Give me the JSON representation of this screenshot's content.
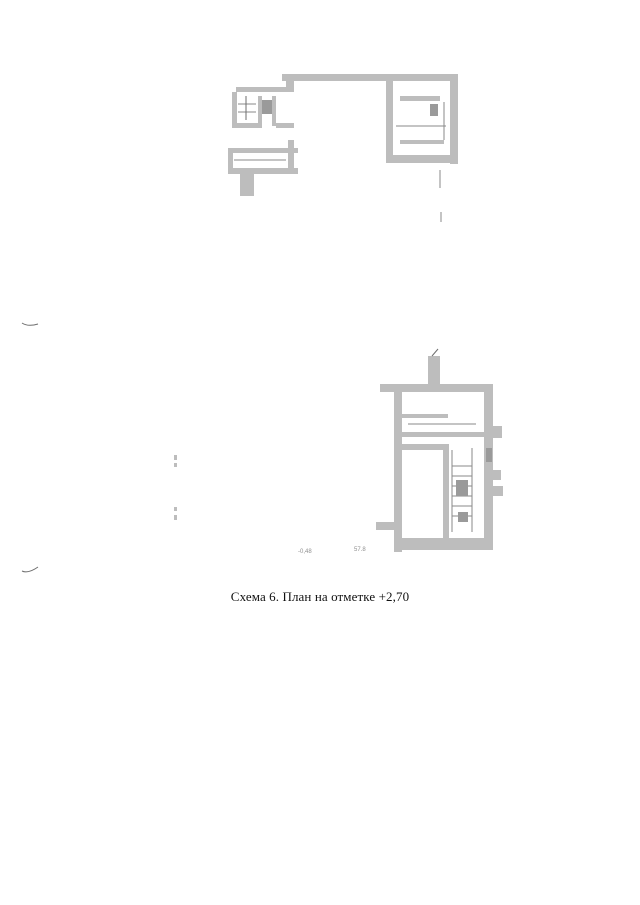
{
  "document": {
    "caption": "Схема 6. План на отметке +2,70",
    "bottom_plan_marks": {
      "mark_left": "-0,48",
      "mark_right": "57.8"
    }
  },
  "colors": {
    "wall_fill": "#bdbdbd",
    "wall_dark": "#9a9a9a",
    "line": "#8a8a8a",
    "caption_text": "#111111"
  }
}
